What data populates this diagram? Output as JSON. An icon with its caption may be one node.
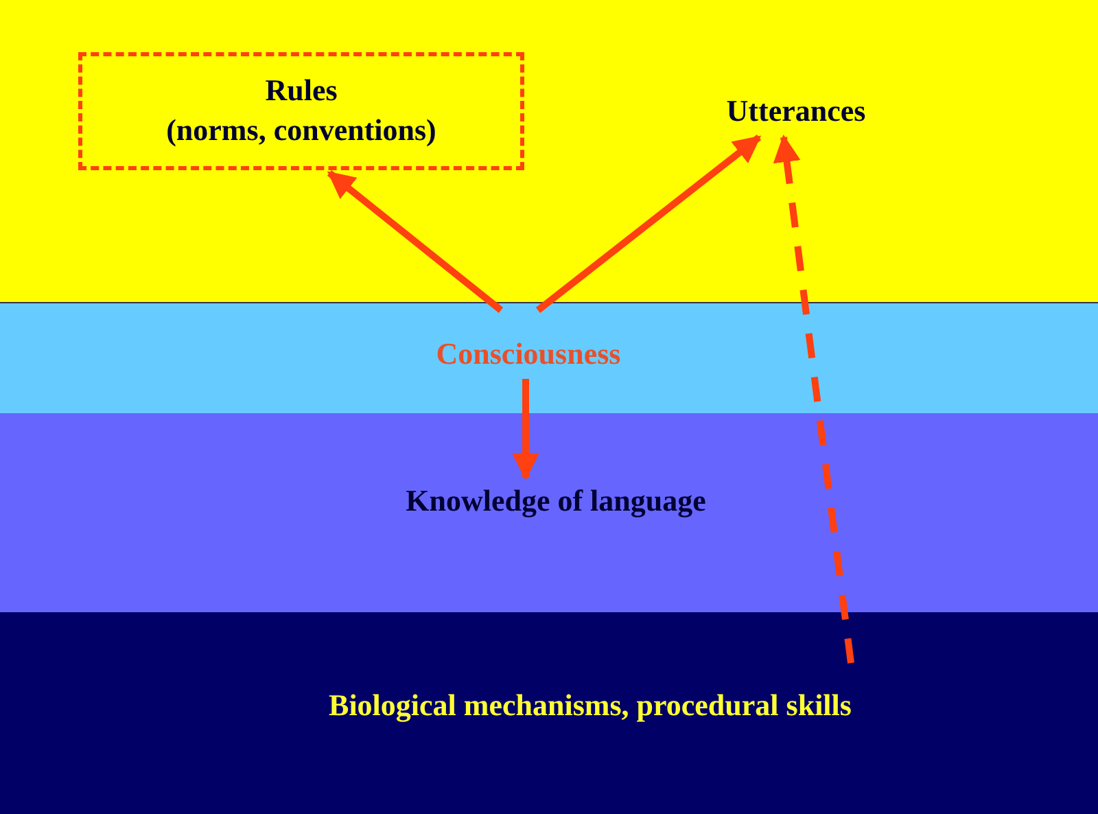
{
  "diagram": {
    "nodes": [
      {
        "text": [
          "Rules",
          "(norms, conventions)"
        ]
      },
      {
        "text": [
          "Utterances"
        ]
      },
      {
        "text": [
          "Consciousness"
        ]
      },
      {
        "text": [
          "Knowledge of language"
        ]
      },
      {
        "text": [
          "Biological mechanisms, procedural skills"
        ]
      }
    ],
    "edges": [
      {
        "from": 2,
        "to": 0,
        "arrow": "to"
      },
      {
        "from": 2,
        "to": 1,
        "arrow": "to"
      },
      {
        "from": 2,
        "to": 3,
        "arrow": "to"
      },
      {
        "from": 4,
        "to": 1,
        "arrow": "to",
        "style": "dashed"
      }
    ]
  }
}
